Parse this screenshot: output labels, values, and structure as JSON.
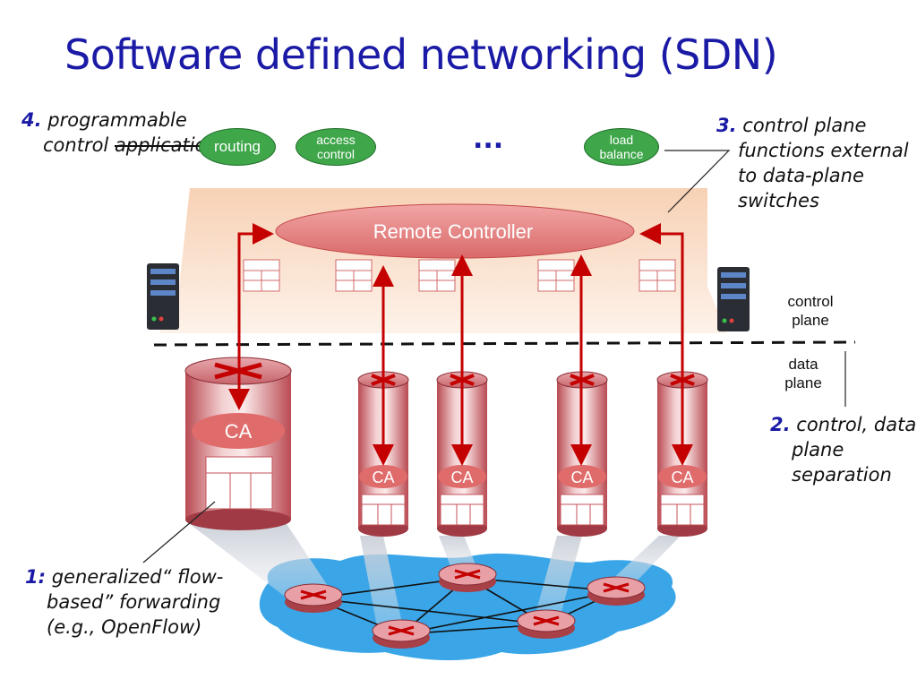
{
  "title": "Software defined networking (SDN)",
  "notes": {
    "n4": {
      "num": "4.",
      "line1": "programmable",
      "line2_a": "control ",
      "line2_strike": "applications"
    },
    "n3": {
      "num": "3.",
      "line1": "control plane",
      "line2": "functions external",
      "line3": "to data-plane",
      "line4": "switches"
    },
    "n2": {
      "num": "2.",
      "line1": "control, data",
      "line2": "plane",
      "line3": "separation"
    },
    "n1": {
      "num": "1:",
      "line1": "generalized“ flow-",
      "line2": "based” forwarding",
      "line3": "(e.g., OpenFlow)"
    }
  },
  "apps": {
    "routing": "routing",
    "access_control_1": "access",
    "access_control_2": "control",
    "load_balance_1": "load",
    "load_balance_2": "balance",
    "ellipsis": "..."
  },
  "controller": {
    "label": "Remote Controller"
  },
  "planes": {
    "control_1": "control",
    "control_2": "plane",
    "data_1": "data",
    "data_2": "plane"
  },
  "ca_label": "CA",
  "colors": {
    "title": "#1a1aa6",
    "app_green": "#3fa64a",
    "arrow_red": "#c40000",
    "controller": "#e57a7a",
    "network_blue": "#3aa6e8"
  }
}
